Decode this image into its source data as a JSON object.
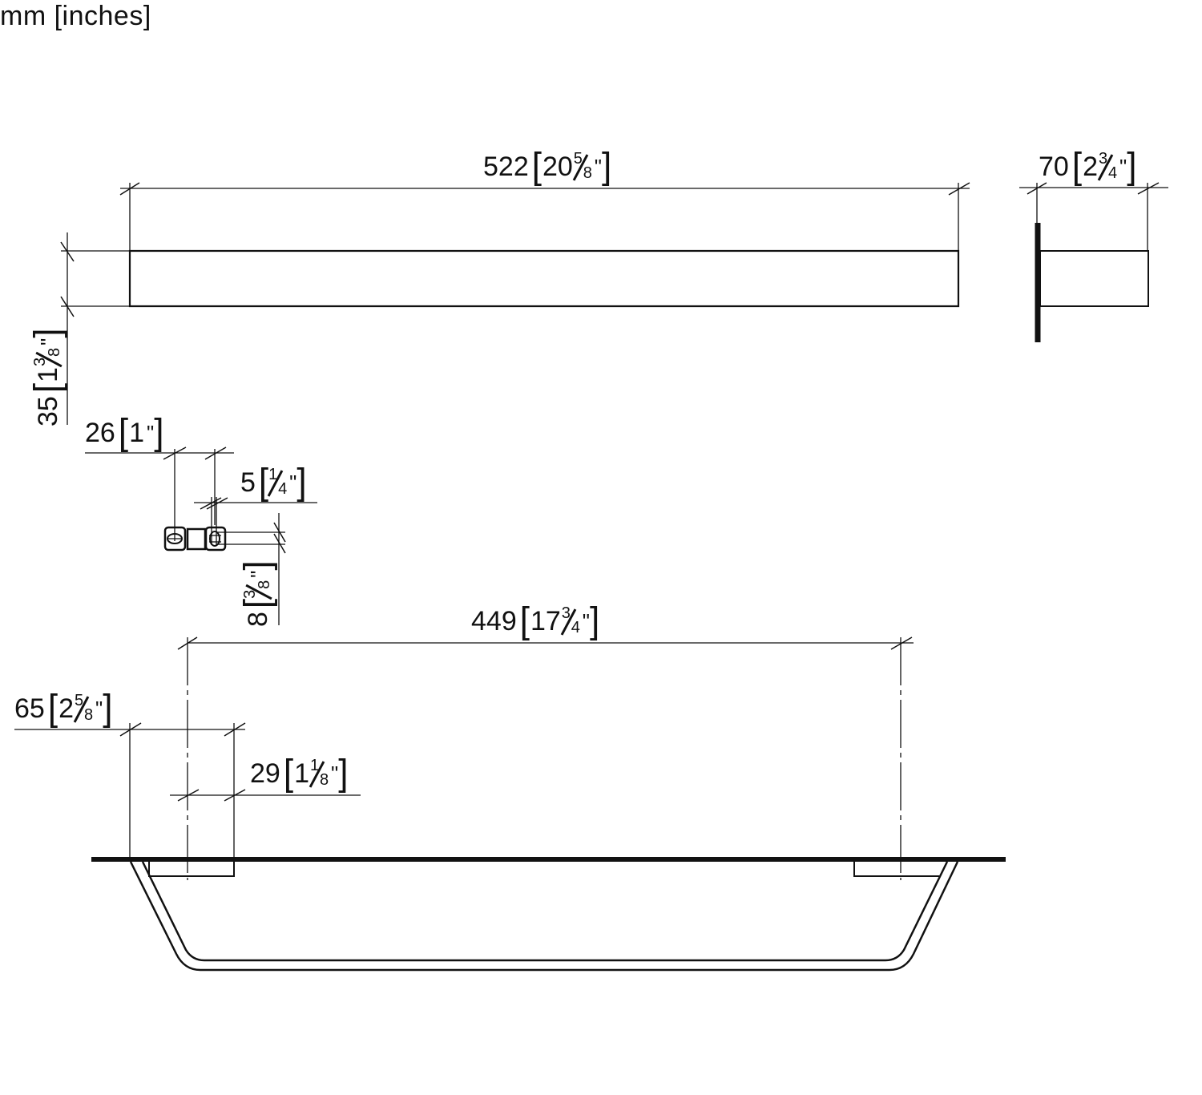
{
  "units_label": "mm [inches]",
  "colors": {
    "line": "#111111",
    "background": "#ffffff"
  },
  "dimensions": {
    "top_length": {
      "mm": "522",
      "whole": "20",
      "num": "5",
      "den": "8",
      "inch": "\""
    },
    "side_depth": {
      "mm": "70",
      "whole": "2",
      "num": "3",
      "den": "4",
      "inch": "\""
    },
    "height": {
      "mm": "35",
      "whole": "1",
      "num": "3",
      "den": "8",
      "inch": "\""
    },
    "mount_spacing": {
      "mm": "26",
      "whole": "1",
      "num": "",
      "den": "",
      "inch": "\""
    },
    "slot_width": {
      "mm": "5",
      "whole": "",
      "num": "1",
      "den": "4",
      "inch": "\""
    },
    "slot_height": {
      "mm": "8",
      "whole": "",
      "num": "3",
      "den": "8",
      "inch": "\""
    },
    "hole_spacing": {
      "mm": "449",
      "whole": "17",
      "num": "3",
      "den": "4",
      "inch": "\""
    },
    "projection": {
      "mm": "65",
      "whole": "2",
      "num": "5",
      "den": "8",
      "inch": "\""
    },
    "bracket_width": {
      "mm": "29",
      "whole": "1",
      "num": "1",
      "den": "8",
      "inch": "\""
    }
  },
  "views": {
    "front_view": "towel-bar-front-elevation",
    "side_view": "towel-bar-side-elevation",
    "mount_detail": "wall-mount-plate-detail",
    "plan_view": "towel-bar-plan-view"
  }
}
